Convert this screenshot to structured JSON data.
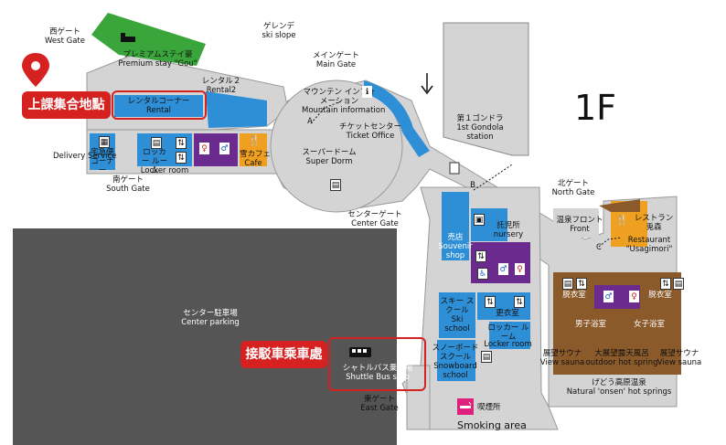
{
  "floor_label": "1F",
  "gates": {
    "west": {
      "jp": "西ゲート",
      "en": "West Gate"
    },
    "main": {
      "jp": "メインゲート",
      "en": "Main Gate"
    },
    "south": {
      "jp": "南ゲート",
      "en": "South Gate"
    },
    "center": {
      "jp": "センターゲート",
      "en": "Center Gate"
    },
    "north": {
      "jp": "北ゲート",
      "en": "North Gate"
    },
    "east": {
      "jp": "東ゲート",
      "en": "East Gate"
    }
  },
  "ski_slope": {
    "jp": "ゲレンデ",
    "en": "ski slope"
  },
  "premium_stay": {
    "jp": "プレミアムステイ豪",
    "en": "Premium stay \"Gou\""
  },
  "rental": {
    "jp": "レンタルコーナー",
    "en": "Rental"
  },
  "rental2": {
    "jp": "レンタル２",
    "en": "Rental2"
  },
  "mountain_info": {
    "jp": "マウンテン インフォメーション",
    "en": "Mountain information"
  },
  "ticket_office": {
    "jp": "チケットセンター",
    "en": "Ticket Office"
  },
  "gondola": {
    "jp": "第１ゴンドラ",
    "en": "1st Gondola station"
  },
  "super_dorm": {
    "jp": "スーパードーム",
    "en": "Super Dorm"
  },
  "delivery": {
    "jp": "宅急便 コーナー",
    "en": "Delivery Service"
  },
  "locker_room_left": {
    "jp": "ロッカー ルーム",
    "en": "Locker room"
  },
  "cafe": {
    "jp": "雪カフェ",
    "en": "Cafe"
  },
  "souvenir": {
    "jp": "売店",
    "en": "Souvenir shop"
  },
  "nursery": {
    "jp": "託児所",
    "en": "nursery"
  },
  "ski_school": {
    "jp": "スキー スクール",
    "en": "Ski school"
  },
  "changing_room": {
    "jp": "更衣室"
  },
  "locker_room_right": {
    "jp": "ロッカー ルーム",
    "en": "Locker room"
  },
  "snowboard_school": {
    "jp": "スノーボード スクール",
    "en": "Snowboard school"
  },
  "front": {
    "jp": "温泉フロント",
    "en": "Front"
  },
  "restaurant": {
    "jp": "レストラン 兎森",
    "en": "Restaurant \"Usagimori\""
  },
  "dressing_room_left": {
    "jp": "脱衣室"
  },
  "dressing_room_right": {
    "jp": "脱衣室"
  },
  "mens_bath": {
    "jp": "男子浴室"
  },
  "womens_bath": {
    "jp": "女子浴室"
  },
  "view_sauna_left": {
    "jp": "展望サウナ",
    "en": "View sauna"
  },
  "view_sauna_right": {
    "jp": "展望サウナ",
    "en": "View sauna"
  },
  "outdoor_bath": {
    "jp": "大展望露天風呂",
    "en": "outdoor hot spring"
  },
  "onsen": {
    "jp": "げどう高原温泉",
    "en": "Natural 'onsen' hot springs"
  },
  "center_parking": {
    "jp": "センター駐車場",
    "en": "Center parking"
  },
  "shuttle_bus": {
    "jp": "シャトルバス乗り場",
    "en": "Shuttle Bus stop"
  },
  "smoking": {
    "jp": "喫煙所",
    "en": "Smoking area"
  },
  "callouts": {
    "meeting": "上課集合地點",
    "shuttle": "接駁車乘車處"
  },
  "points": {
    "a": "A",
    "b": "B",
    "c": "C"
  },
  "colors": {
    "blue": "#2f8fd6",
    "purple": "#6b2a8d",
    "green": "#3aa53a",
    "brown": "#8b5a2b",
    "orange": "#f0a020",
    "red": "#d5211f",
    "grey_bg": "#d4d4d4",
    "parking": "#555555"
  }
}
